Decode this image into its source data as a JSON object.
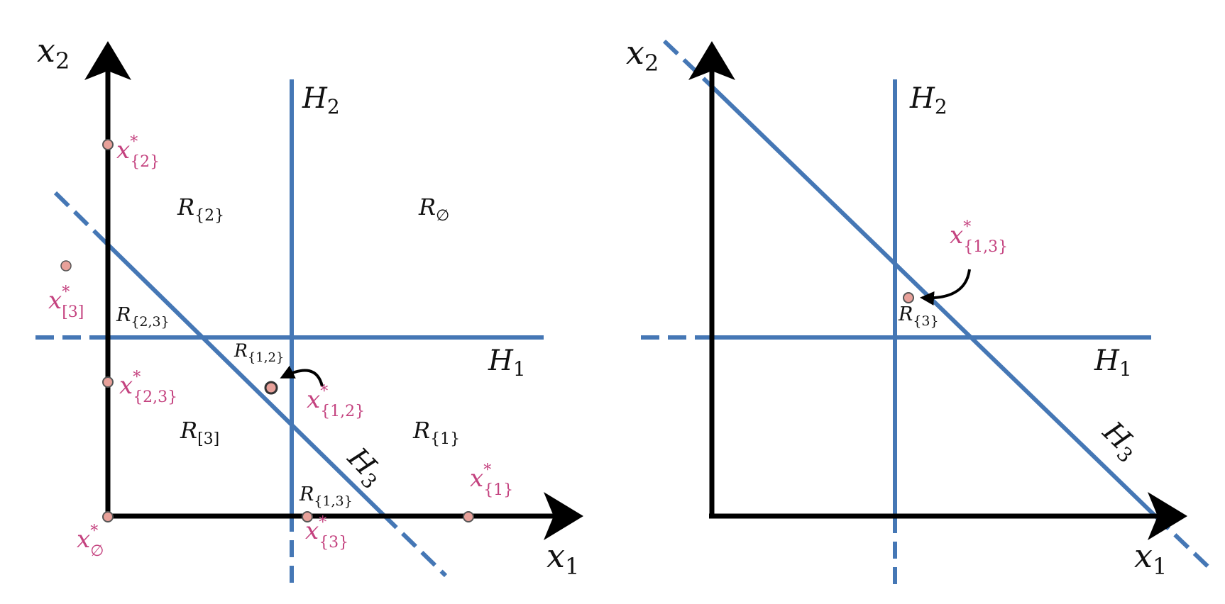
{
  "colors": {
    "hyperplane": "#4577b5",
    "axis": "#000000",
    "point_label": "#c4427f",
    "point_fill": "#e8a19a",
    "region_label": "#111111"
  },
  "panels": [
    {
      "axes": {
        "x": {
          "base": "x",
          "sub": "1"
        },
        "y": {
          "base": "x",
          "sub": "2"
        }
      },
      "hyperplanes": [
        {
          "base": "H",
          "sub": "1"
        },
        {
          "base": "H",
          "sub": "2"
        },
        {
          "base": "H",
          "sub": "3"
        }
      ],
      "regions": [
        {
          "base": "R",
          "sub": "{2}"
        },
        {
          "base": "R",
          "sub": "∅"
        },
        {
          "base": "R",
          "sub": "{2,3}"
        },
        {
          "base": "R",
          "sub": "{1,2}"
        },
        {
          "base": "R",
          "sub": "[3]"
        },
        {
          "base": "R",
          "sub": "{1}"
        },
        {
          "base": "R",
          "sub": "{1,3}"
        }
      ],
      "points": [
        {
          "base": "x",
          "sup": "*",
          "sub": "{2}"
        },
        {
          "base": "x",
          "sup": "*",
          "sub": "[3]"
        },
        {
          "base": "x",
          "sup": "*",
          "sub": "{2,3}"
        },
        {
          "base": "x",
          "sup": "*",
          "sub": "{1,2}"
        },
        {
          "base": "x",
          "sup": "*",
          "sub": "{1}"
        },
        {
          "base": "x",
          "sup": "*",
          "sub": "∅"
        },
        {
          "base": "x",
          "sup": "*",
          "sub": "{3}"
        }
      ]
    },
    {
      "axes": {
        "x": {
          "base": "x",
          "sub": "1"
        },
        "y": {
          "base": "x",
          "sub": "2"
        }
      },
      "hyperplanes": [
        {
          "base": "H",
          "sub": "1"
        },
        {
          "base": "H",
          "sub": "2"
        },
        {
          "base": "H",
          "sub": "3"
        }
      ],
      "regions": [
        {
          "base": "R",
          "sub": "{3}"
        }
      ],
      "points": [
        {
          "base": "x",
          "sup": "*",
          "sub": "{1,3}"
        }
      ]
    }
  ]
}
